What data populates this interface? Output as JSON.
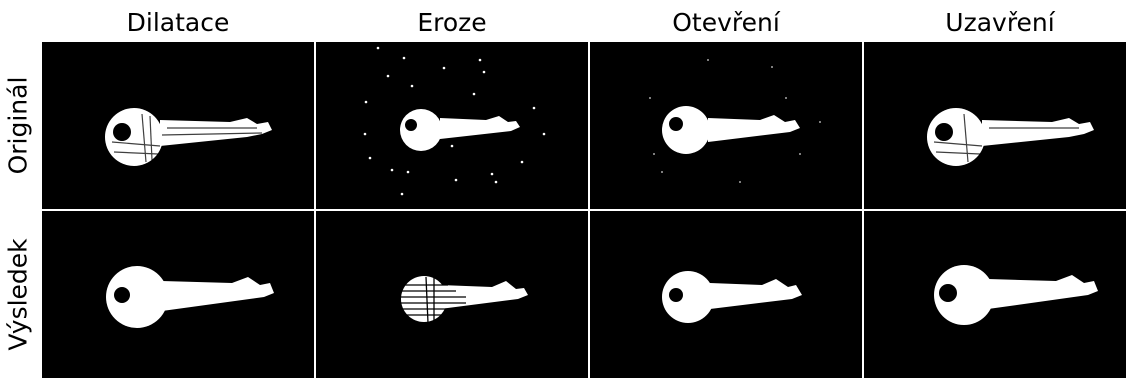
{
  "columns": [
    {
      "label": "Dilatace"
    },
    {
      "label": "Eroze"
    },
    {
      "label": "Otevření"
    },
    {
      "label": "Uzavření"
    }
  ],
  "rows": [
    {
      "label": "Originál"
    },
    {
      "label": "Výsledek"
    }
  ],
  "colors": {
    "background": "#000000",
    "foreground": "#ffffff",
    "separator": "#ffffff"
  }
}
